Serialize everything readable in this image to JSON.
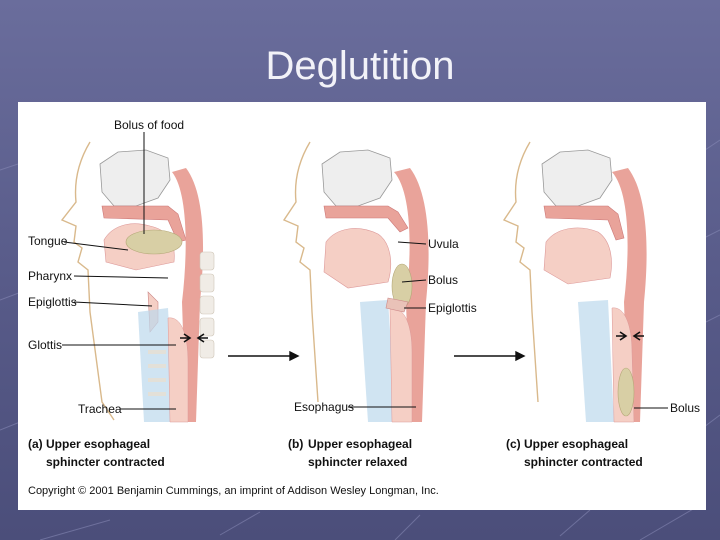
{
  "title": "Deglutition",
  "panels": [
    {
      "id": "a",
      "letter": "(a)",
      "caption_line1": "Upper esophageal",
      "caption_line2": "sphincter contracted",
      "labels": [
        "Bolus of food",
        "Tongue",
        "Pharynx",
        "Epiglottis",
        "Glottis",
        "Trachea"
      ]
    },
    {
      "id": "b",
      "letter": "(b)",
      "caption_line1": "Upper esophageal",
      "caption_line2": "sphincter relaxed",
      "labels": [
        "Uvula",
        "Bolus",
        "Epiglottis",
        "Esophagus"
      ]
    },
    {
      "id": "c",
      "letter": "(c)",
      "caption_line1": "Upper esophageal",
      "caption_line2": "sphincter contracted",
      "labels": [
        "Bolus"
      ]
    }
  ],
  "copyright": "Copyright © 2001 Benjamin Cummings, an imprint of Addison Wesley Longman, Inc.",
  "colors": {
    "slide_bg": "#5f6290",
    "tissue_pink": "#e9a39a",
    "muscle_light": "#f5cfc5",
    "bolus_tan": "#d8cfa5",
    "nasal_bone": "#ececec",
    "airway_blue": "#bcd8ec"
  }
}
